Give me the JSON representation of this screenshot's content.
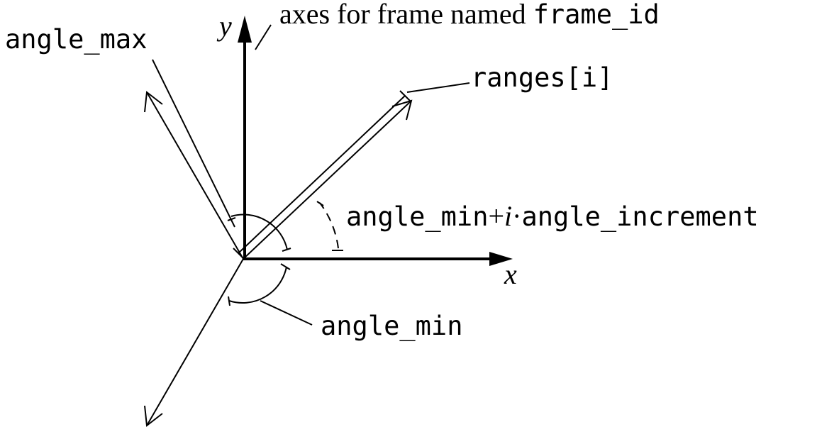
{
  "labels": {
    "y_axis": "y",
    "x_axis": "x",
    "frame_prefix": "axes for frame named ",
    "frame_id": "frame_id",
    "angle_max": "angle_max",
    "ranges": "ranges[i]",
    "increment_prefix": "angle_min",
    "plus": "+",
    "i_var": "i",
    "dot": "·",
    "increment_suffix": "angle_increment",
    "angle_min": "angle_min"
  }
}
